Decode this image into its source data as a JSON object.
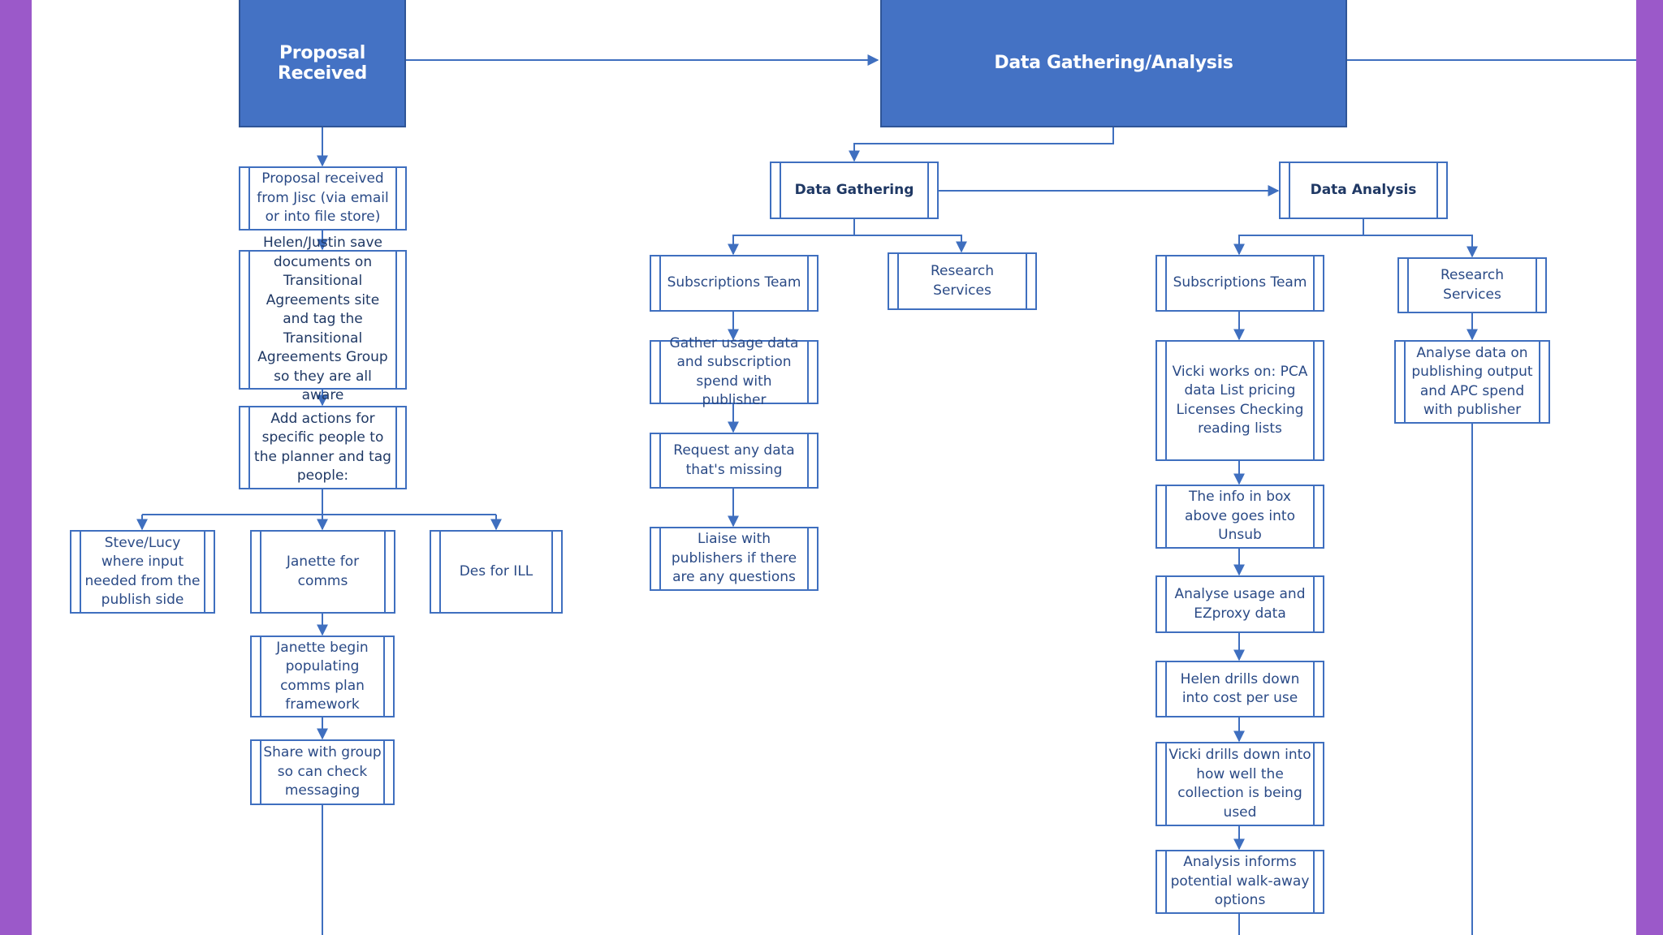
{
  "headers": {
    "proposal_received": "Proposal Received",
    "data_gathering_analysis": "Data Gathering/Analysis"
  },
  "left": {
    "proposal_from_jisc": "Proposal received from Jisc (via email or into file store)",
    "helen_justin_save": "Helen/Justin save documents on Transitional Agreements site and tag the Transitional Agreements Group so they are all aware",
    "add_actions": "Add actions for specific people to the planner and tag people:",
    "steve_lucy": "Steve/Lucy where input needed from the publish side",
    "janette_comms": "Janette for comms",
    "des_ill": "Des for ILL",
    "janette_begin": "Janette begin populating comms plan framework",
    "share_with_group": "Share with group so can check messaging"
  },
  "gathering": {
    "title": "Data Gathering",
    "subscriptions_team": "Subscriptions Team",
    "research_services": "Research Services",
    "gather_usage": "Gather usage data and subscription spend with publisher",
    "request_missing": "Request any data that's missing",
    "liaise": "Liaise with publishers if there are any questions"
  },
  "analysis": {
    "title": "Data Analysis",
    "subscriptions_team": "Subscriptions Team",
    "research_services": "Research Services",
    "vicki_works": "Vicki works on: PCA data List pricing Licenses Checking reading lists",
    "info_in_box": "The info in box above goes into Unsub",
    "analyse_usage": "Analyse usage and EZproxy data",
    "helen_drills": "Helen drills down into cost per use",
    "vicki_drills": "Vicki drills down into how well the collection is being used",
    "analysis_informs": "Analysis informs potential walk-away options",
    "analyse_publishing": "Analyse data on publishing output and APC spend with publisher"
  },
  "colors": {
    "header_fill": "#4472c4",
    "box_border": "#3f6fbf",
    "connector": "#3f6fbf",
    "frame": "#9b59c9"
  }
}
